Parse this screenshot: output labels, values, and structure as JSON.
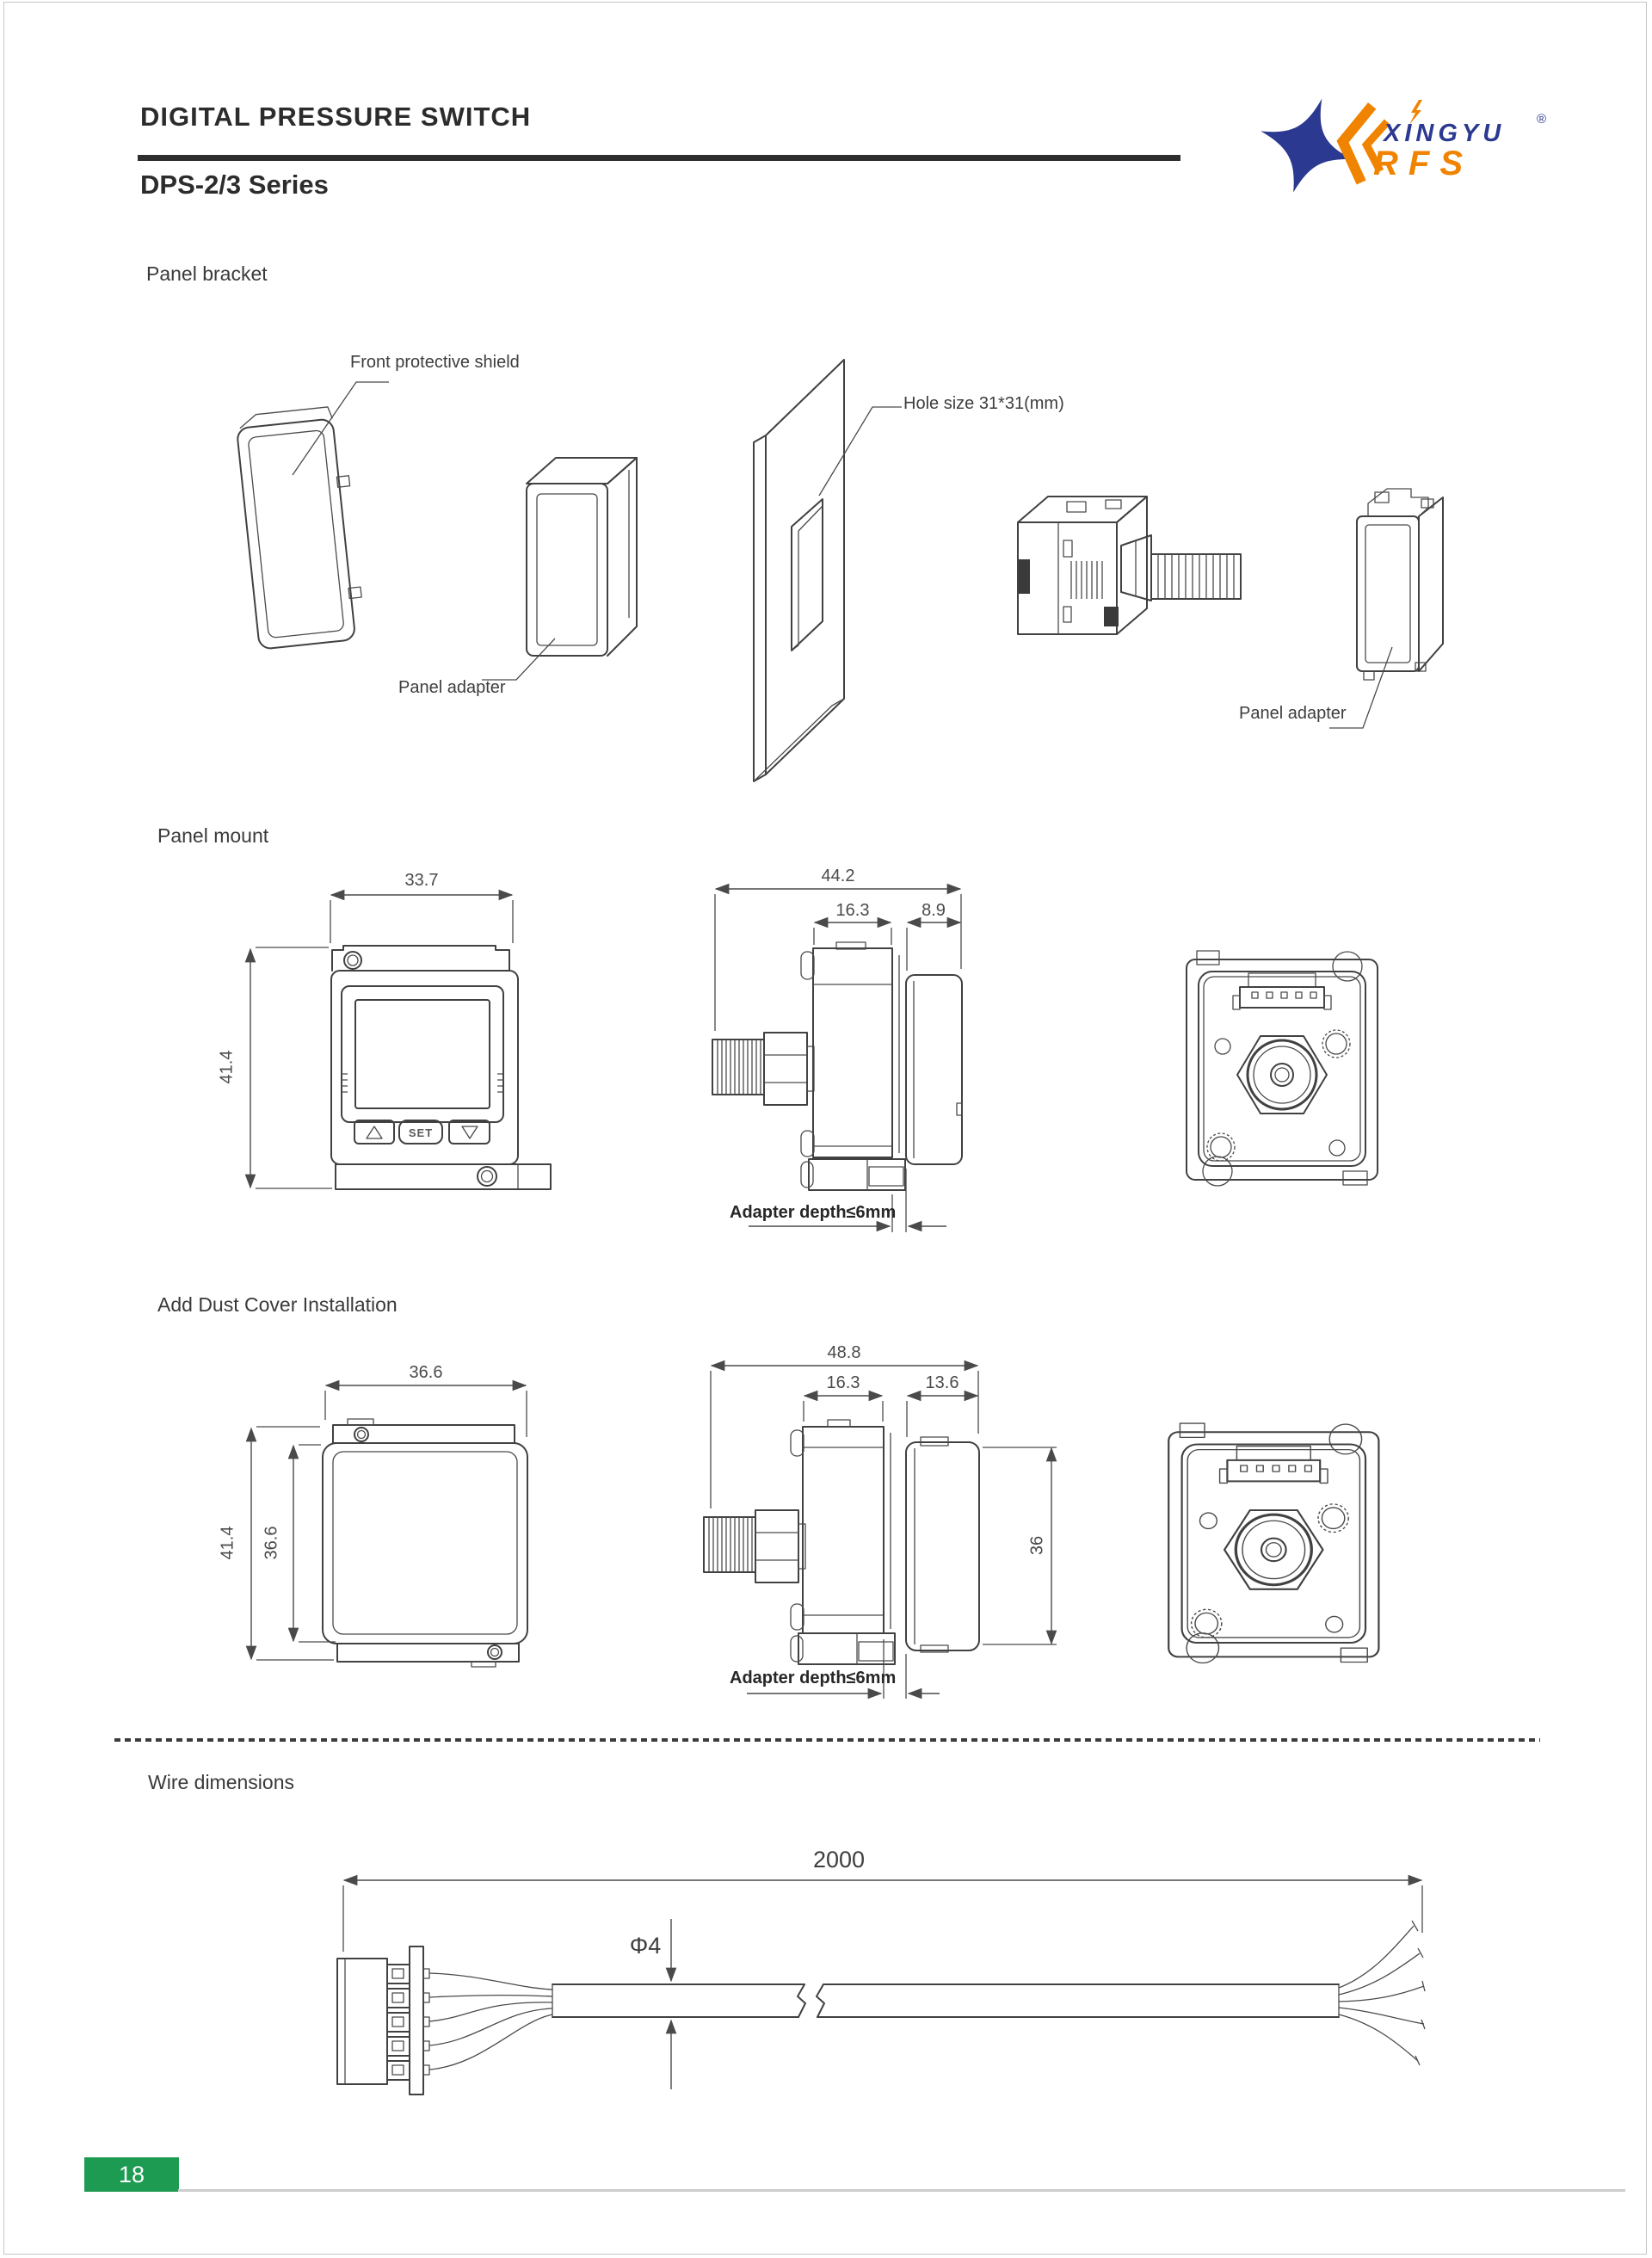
{
  "header": {
    "title": "DIGITAL PRESSURE SWITCH",
    "series": "DPS-2/3 Series"
  },
  "logo": {
    "brand": "XINGYU",
    "registered": "®",
    "sub_brand": "RFS",
    "brand_color": "#2b3990",
    "accent_color": "#f08300"
  },
  "panel_bracket": {
    "heading": "Panel bracket",
    "front_shield_label": "Front protective shield",
    "panel_adapter_left_label": "Panel adapter",
    "hole_size_label": "Hole size 31*31(mm)",
    "panel_adapter_right_label": "Panel adapter"
  },
  "panel_mount": {
    "heading": "Panel mount",
    "set_button": "SET",
    "dims": {
      "width": "33.7",
      "height": "41.4",
      "total_depth": "44.2",
      "body_depth": "16.3",
      "rear_depth": "8.9"
    },
    "adapter_note": "Adapter depth≤6mm"
  },
  "dust_cover": {
    "heading": "Add Dust Cover Installation",
    "dims": {
      "width": "36.6",
      "outer_height": "41.4",
      "inner_height": "36.6",
      "total_depth": "48.8",
      "body_depth": "16.3",
      "cover_depth": "13.6",
      "rear_height": "36"
    },
    "adapter_note": "Adapter depth≤6mm"
  },
  "wire": {
    "heading": "Wire dimensions",
    "length": "2000",
    "diameter": "Φ4"
  },
  "footer": {
    "page_number": "18",
    "badge_color": "#1d9b52"
  }
}
